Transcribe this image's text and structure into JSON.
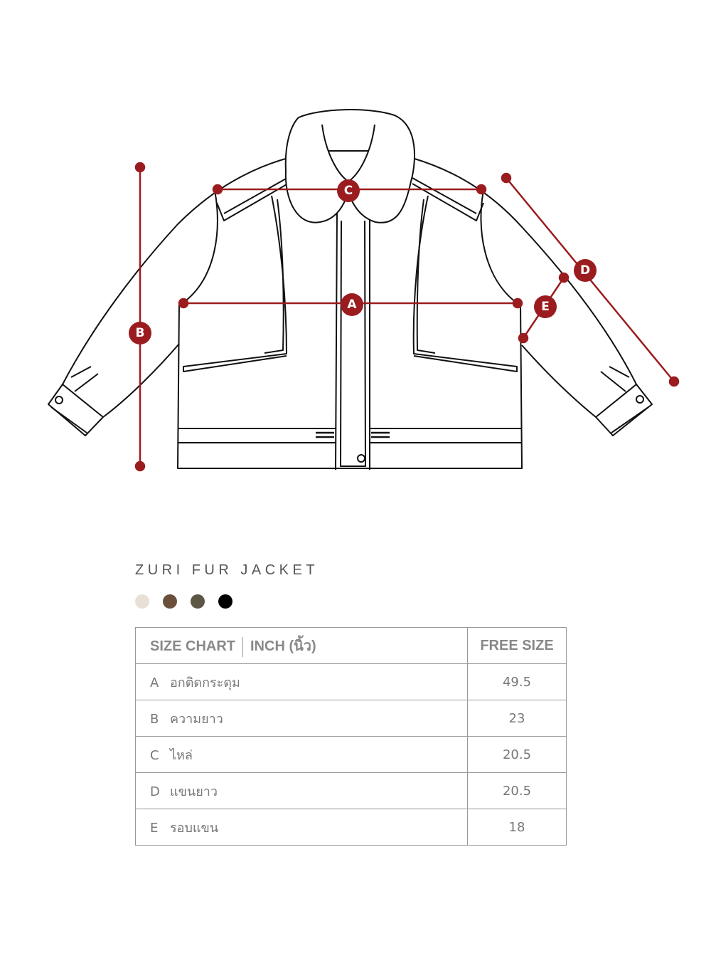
{
  "diagram": {
    "accent_color": "#9b1c1f",
    "markers": {
      "A": "A",
      "B": "B",
      "C": "C",
      "D": "D",
      "E": "E"
    }
  },
  "product": {
    "title": "ZURI FUR JACKET",
    "swatches": [
      "#e8e0d6",
      "#6b4f3a",
      "#5c5744",
      "#000000"
    ]
  },
  "size_chart": {
    "header": {
      "title": "SIZE CHART",
      "unit": "INCH (นิ้ว)",
      "size": "FREE SIZE"
    },
    "rows": [
      {
        "key": "A",
        "label": "อกติดกระดุม",
        "value": "49.5"
      },
      {
        "key": "B",
        "label": "ความยาว",
        "value": "23"
      },
      {
        "key": "C",
        "label": "ไหล่",
        "value": "20.5"
      },
      {
        "key": "D",
        "label": "แขนยาว",
        "value": "20.5"
      },
      {
        "key": "E",
        "label": "รอบแขน",
        "value": "18"
      }
    ]
  }
}
